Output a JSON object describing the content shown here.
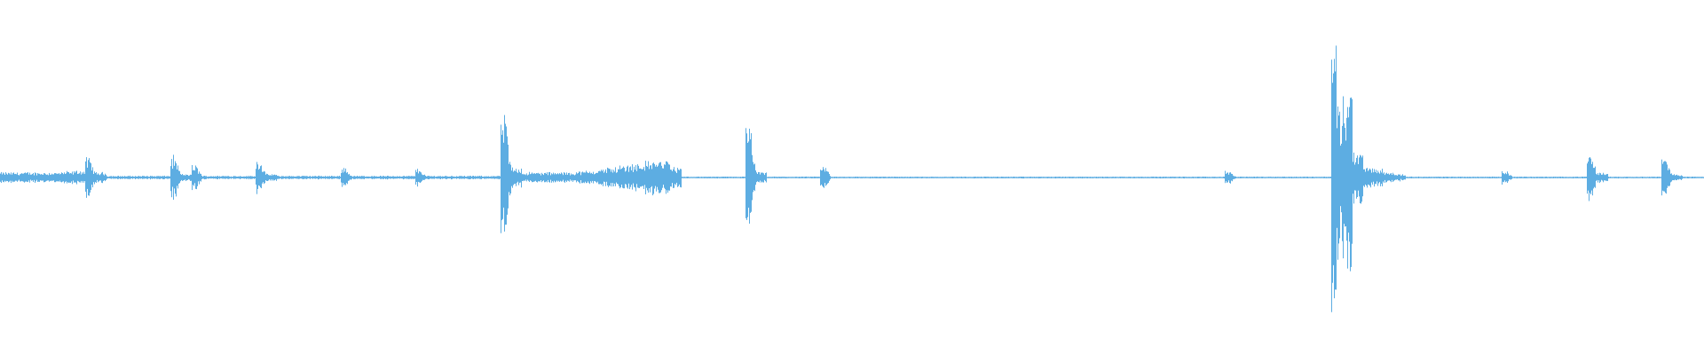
{
  "chart_data": {
    "type": "area",
    "title": "",
    "xlabel": "",
    "ylabel": "",
    "ylim": [
      -1,
      1
    ],
    "grid": false,
    "legend": "none",
    "color": "#5dade2",
    "envelope": [
      0.03,
      0.03,
      0.03,
      0.03,
      0.03,
      0.03,
      0.035,
      0.04,
      0.11,
      0.03,
      0.01,
      0.01,
      0.01,
      0.01,
      0.01,
      0.01,
      0.12,
      0.02,
      0.07,
      0.01,
      0.01,
      0.01,
      0.01,
      0.01,
      0.1,
      0.02,
      0.01,
      0.01,
      0.01,
      0.01,
      0.01,
      0.01,
      0.06,
      0.01,
      0.01,
      0.01,
      0.01,
      0.01,
      0.01,
      0.05,
      0.01,
      0.01,
      0.01,
      0.01,
      0.01,
      0.01,
      0.01,
      0.36,
      0.06,
      0.03,
      0.03,
      0.03,
      0.03,
      0.03,
      0.035,
      0.04,
      0.05,
      0.06,
      0.07,
      0.08,
      0.09,
      0.1,
      0.1,
      0.06,
      0.005,
      0.005,
      0.005,
      0.005,
      0.005,
      0.005,
      0.29,
      0.03,
      0.005,
      0.005,
      0.005,
      0.005,
      0.005,
      0.07,
      0.005,
      0.005,
      0.005,
      0.005,
      0.005,
      0.005,
      0.005,
      0.005,
      0.005,
      0.005,
      0.005,
      0.005,
      0.005,
      0.005,
      0.005,
      0.005,
      0.005,
      0.005,
      0.005,
      0.005,
      0.005,
      0.005,
      0.005,
      0.005,
      0.005,
      0.005,
      0.005,
      0.005,
      0.005,
      0.005,
      0.005,
      0.005,
      0.005,
      0.005,
      0.005,
      0.005,
      0.005,
      0.04,
      0.005,
      0.005,
      0.005,
      0.005,
      0.005,
      0.005,
      0.005,
      0.005,
      0.005,
      0.84,
      0.5,
      0.15,
      0.06,
      0.05,
      0.03,
      0.02,
      0.005,
      0.005,
      0.005,
      0.005,
      0.005,
      0.005,
      0.005,
      0.005,
      0.005,
      0.04,
      0.005,
      0.005,
      0.005,
      0.005,
      0.005,
      0.005,
      0.005,
      0.13,
      0.03,
      0.005,
      0.005,
      0.005,
      0.005,
      0.005,
      0.11,
      0.02,
      0.005,
      0.005
    ]
  }
}
